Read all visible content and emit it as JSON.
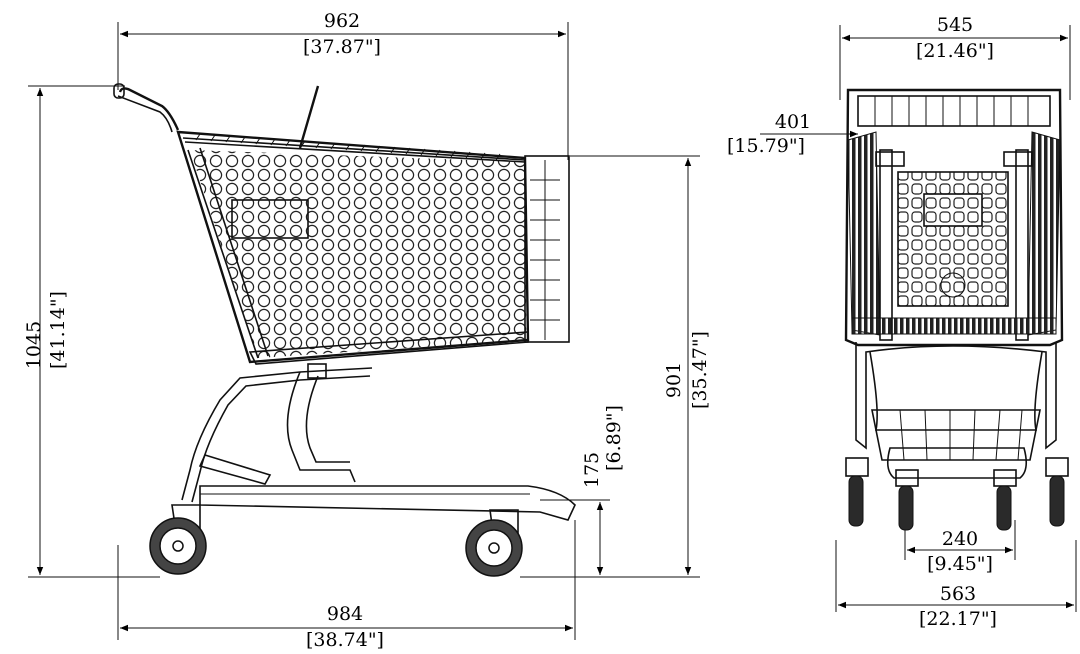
{
  "side_view": {
    "width_top": {
      "mm": "962",
      "in": "[37.87\"]"
    },
    "height_total": {
      "mm": "1045",
      "in": "[41.14\"]"
    },
    "height_basket": {
      "mm": "901",
      "in": "[35.47\"]"
    },
    "height_tray": {
      "mm": "175",
      "in": "[6.89\"]"
    },
    "length_base": {
      "mm": "984",
      "in": "[38.74\"]"
    }
  },
  "front_view": {
    "width_top": {
      "mm": "545",
      "in": "[21.46\"]"
    },
    "width_inner": {
      "mm": "401",
      "in": "[15.79\"]"
    },
    "wheel_gap": {
      "mm": "240",
      "in": "[9.45\"]"
    },
    "width_base": {
      "mm": "563",
      "in": "[22.17\"]"
    }
  }
}
